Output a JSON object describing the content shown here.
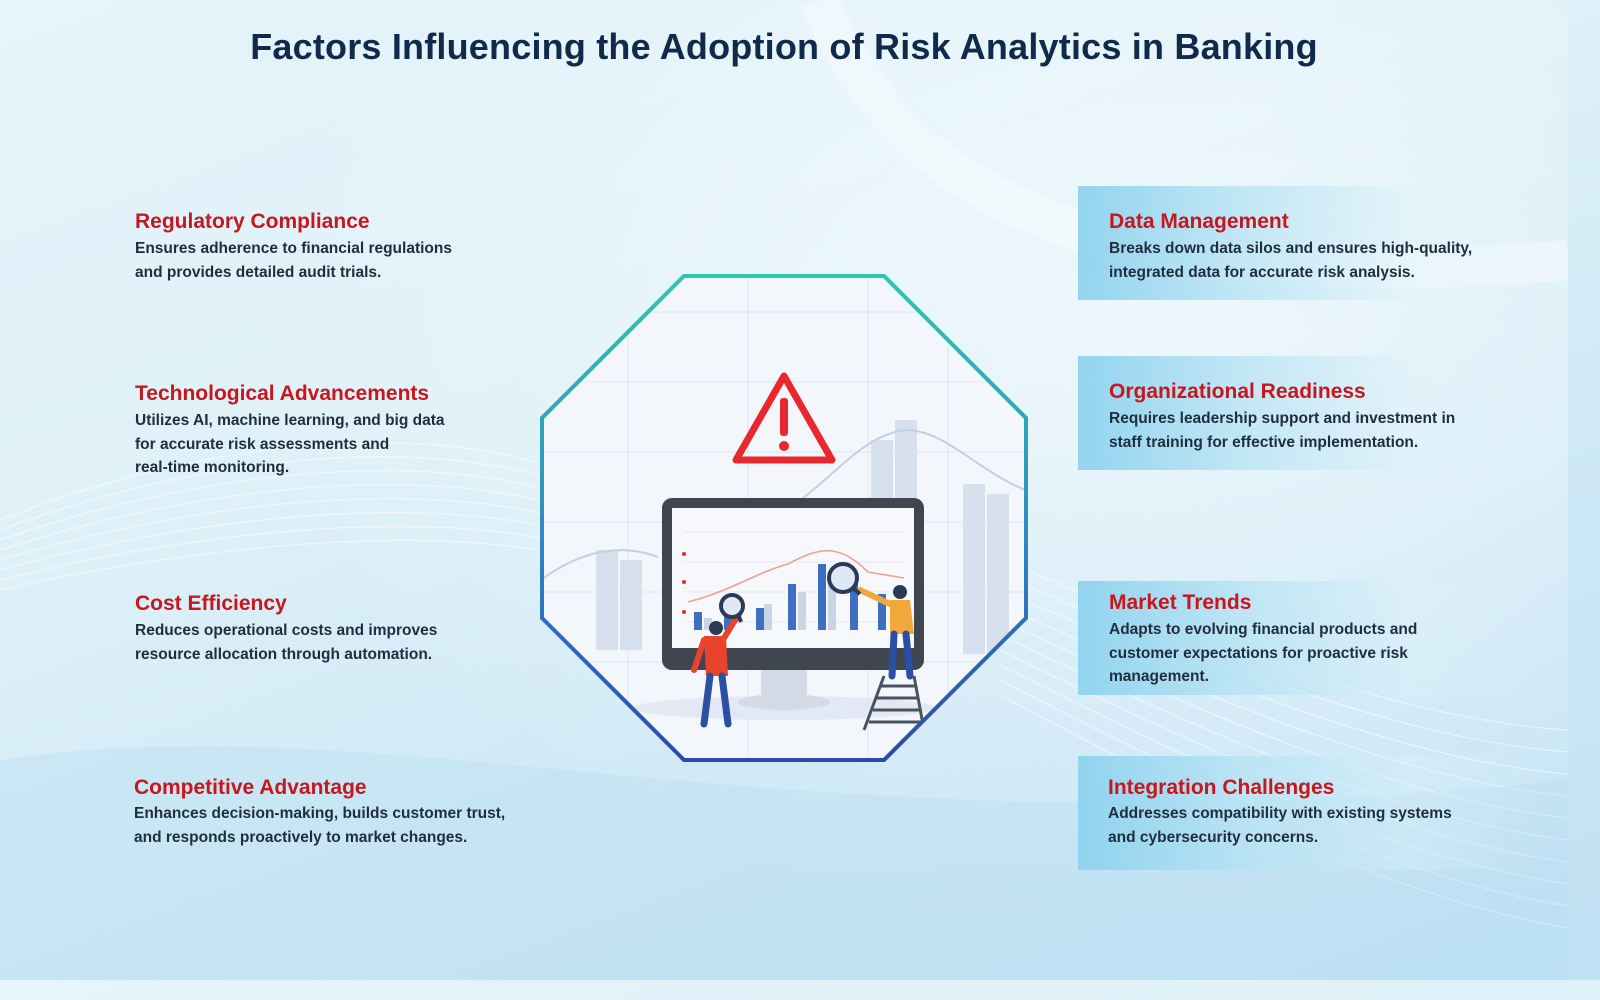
{
  "title": "Factors Influencing the Adoption of Risk Analytics in Banking",
  "colors": {
    "title": "#0f2a4a",
    "factor_title": "#c8161d",
    "octagon_top": "#2fc6b0",
    "octagon_bottom": "#2c4aa8",
    "warning": "#e8282e"
  },
  "center_illustration": {
    "icons": [
      "warning-icon",
      "monitor-chart-icon",
      "magnifier-icon",
      "person-icon",
      "ladder-icon"
    ]
  },
  "left_factors": [
    {
      "title": "Regulatory Compliance",
      "lines": [
        "Ensures adherence to financial regulations",
        "and provides detailed audit trials."
      ]
    },
    {
      "title": "Technological Advancements",
      "lines": [
        "Utilizes AI, machine learning, and big data",
        "for accurate risk assessments and",
        "real-time monitoring."
      ]
    },
    {
      "title": "Cost Efficiency",
      "lines": [
        "Reduces operational costs and improves",
        "resource allocation through automation."
      ]
    },
    {
      "title": "Competitive Advantage",
      "lines": [
        "Enhances decision-making, builds customer trust,",
        "and responds proactively to market changes."
      ]
    }
  ],
  "right_factors": [
    {
      "title": "Data Management",
      "lines": [
        "Breaks down data silos and ensures high-quality,",
        "integrated data for accurate risk analysis."
      ]
    },
    {
      "title": "Organizational Readiness",
      "lines": [
        "Requires leadership support and investment in",
        "staff training for effective implementation."
      ]
    },
    {
      "title": "Market Trends",
      "lines": [
        "Adapts to evolving financial products and",
        "customer expectations for proactive risk",
        "management."
      ]
    },
    {
      "title": "Integration Challenges",
      "lines": [
        "Addresses compatibility with existing systems",
        "and cybersecurity concerns."
      ]
    }
  ]
}
